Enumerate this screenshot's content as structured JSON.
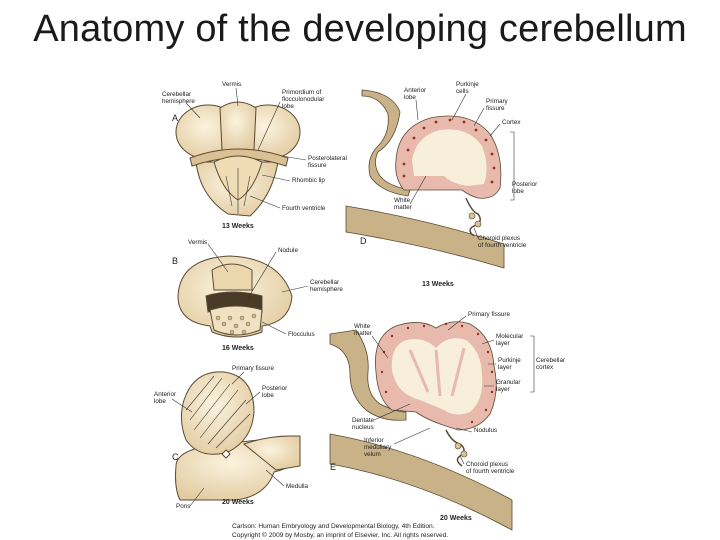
{
  "title": "Anatomy of the developing cerebellum",
  "colors": {
    "tissue": "#f1e2c1",
    "tissue_dark": "#d9c194",
    "outline": "#5b4a33",
    "cortex": "#e8b9ad",
    "cell_dots": "#9b2a22",
    "white_matter": "#f7efd9"
  },
  "panels": {
    "a": {
      "letter": "A",
      "weeks": "13 Weeks",
      "labels": {
        "vermis": "Vermis",
        "hemisphere_1": "Cerebellar",
        "hemisphere_2": "hemisphere",
        "primordium_1": "Primordium of",
        "primordium_2": "flocculonodular",
        "primordium_3": "lobe",
        "posterolateral_1": "Posterolateral",
        "posterolateral_2": "fissure",
        "rhombic_lip": "Rhombic lip",
        "fourth_ventricle": "Fourth ventricle"
      }
    },
    "b": {
      "letter": "B",
      "weeks": "16 Weeks",
      "labels": {
        "vermis": "Vermis",
        "nodule": "Nodule",
        "hemisphere_1": "Cerebellar",
        "hemisphere_2": "hemisphere",
        "flocculus": "Flocculus"
      }
    },
    "c": {
      "letter": "C",
      "weeks": "20 Weeks",
      "labels": {
        "primary_fissure": "Primary fissure",
        "anterior_1": "Anterior",
        "anterior_2": "lobe",
        "posterior_1": "Posterior",
        "posterior_2": "lobe",
        "medulla": "Medulla",
        "pons": "Pons"
      }
    },
    "d": {
      "letter": "D",
      "weeks": "13 Weeks",
      "labels": {
        "anterior_1": "Anterior",
        "anterior_2": "lobe",
        "purkinje_1": "Purkinje",
        "purkinje_2": "cells",
        "primary_fissure_1": "Primary",
        "primary_fissure_2": "fissure",
        "cortex": "Cortex",
        "posterior_1": "Posterior",
        "posterior_2": "lobe",
        "white_1": "White",
        "white_2": "matter",
        "choroid_1": "Choroid plexus",
        "choroid_2": "of fourth ventricle"
      }
    },
    "e": {
      "letter": "E",
      "weeks": "20 Weeks",
      "labels": {
        "white_1": "White",
        "white_2": "matter",
        "primary_fissure": "Primary fissure",
        "molecular_1": "Molecular",
        "molecular_2": "layer",
        "purkinje_1": "Purkinje",
        "purkinje_2": "layer",
        "granular_1": "Granular",
        "granular_2": "layer",
        "cereb_cortex_1": "Cerebellar",
        "cereb_cortex_2": "cortex",
        "dentate_1": "Dentate",
        "dentate_2": "nucleus",
        "nodulus": "Nodulus",
        "inferior_1": "Inferior",
        "inferior_2": "medullary",
        "inferior_3": "velum",
        "choroid_1": "Choroid plexus",
        "choroid_2": "of fourth ventricle"
      }
    }
  },
  "credit": {
    "line1": "Carlson: Human Embryology and Developmental Biology, 4th Edition.",
    "line2": "Copyright © 2009 by Mosby, an imprint of Elsevier, Inc. All rights reserved."
  }
}
